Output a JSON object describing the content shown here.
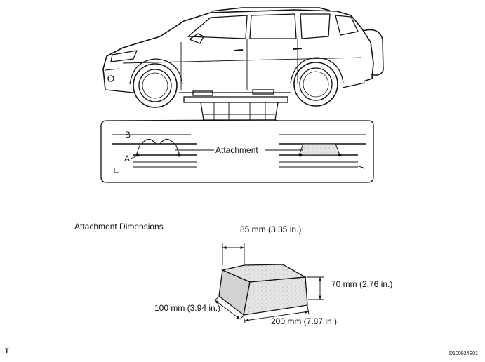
{
  "labels": {
    "b": "B",
    "a": "A",
    "attachment": "Attachment"
  },
  "dimensions": {
    "title": "Attachment Dimensions",
    "depth": "85 mm (3.35 in.)",
    "height": "70 mm (2.76 in.)",
    "width_front": "100 mm (3.94 in.)",
    "length": "200 mm (7.87 in.)"
  },
  "footer": {
    "left_mark": "T",
    "figure_code": "D100924E01"
  }
}
